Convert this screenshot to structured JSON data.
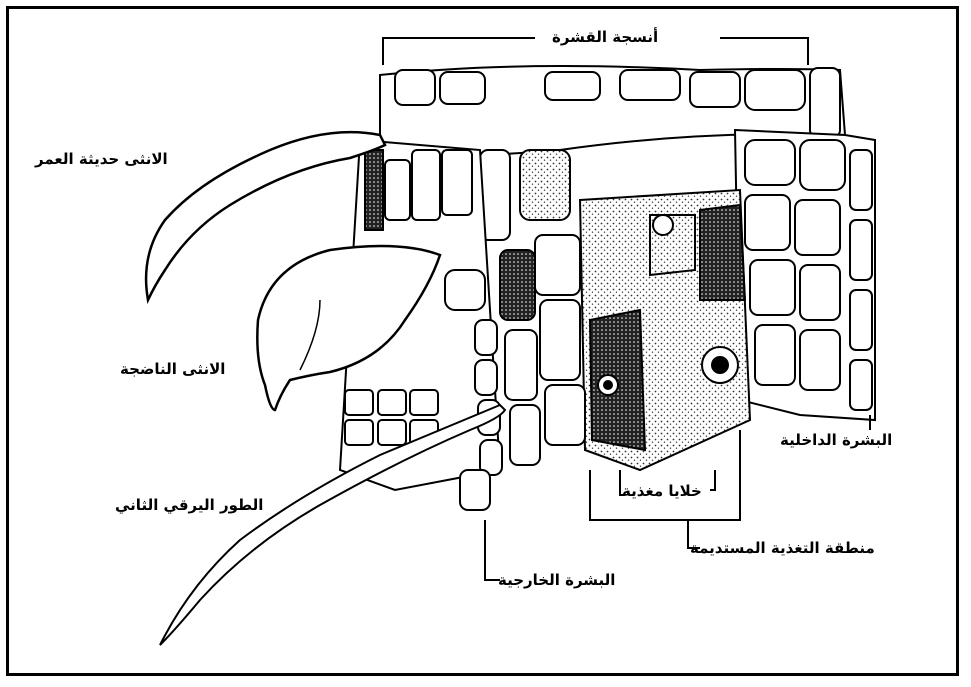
{
  "diagram": {
    "labels": {
      "peel_tissues": "أنسجة القشرة",
      "young_female": "الانثى حديثة العمر",
      "mature_female": "الانثى الناضجة",
      "second_larva": "الطور اليرقي الثاني",
      "inner_epidermis": "البشرة الداخلية",
      "feeding_cells": "خلايا مغذية",
      "permanent_feeding_zone": "منطقة التغذية المستديمة",
      "outer_epidermis": "البشرة الخارجية"
    },
    "colors": {
      "ink": "#000000",
      "paper": "#ffffff",
      "stipple": "#333333"
    }
  }
}
